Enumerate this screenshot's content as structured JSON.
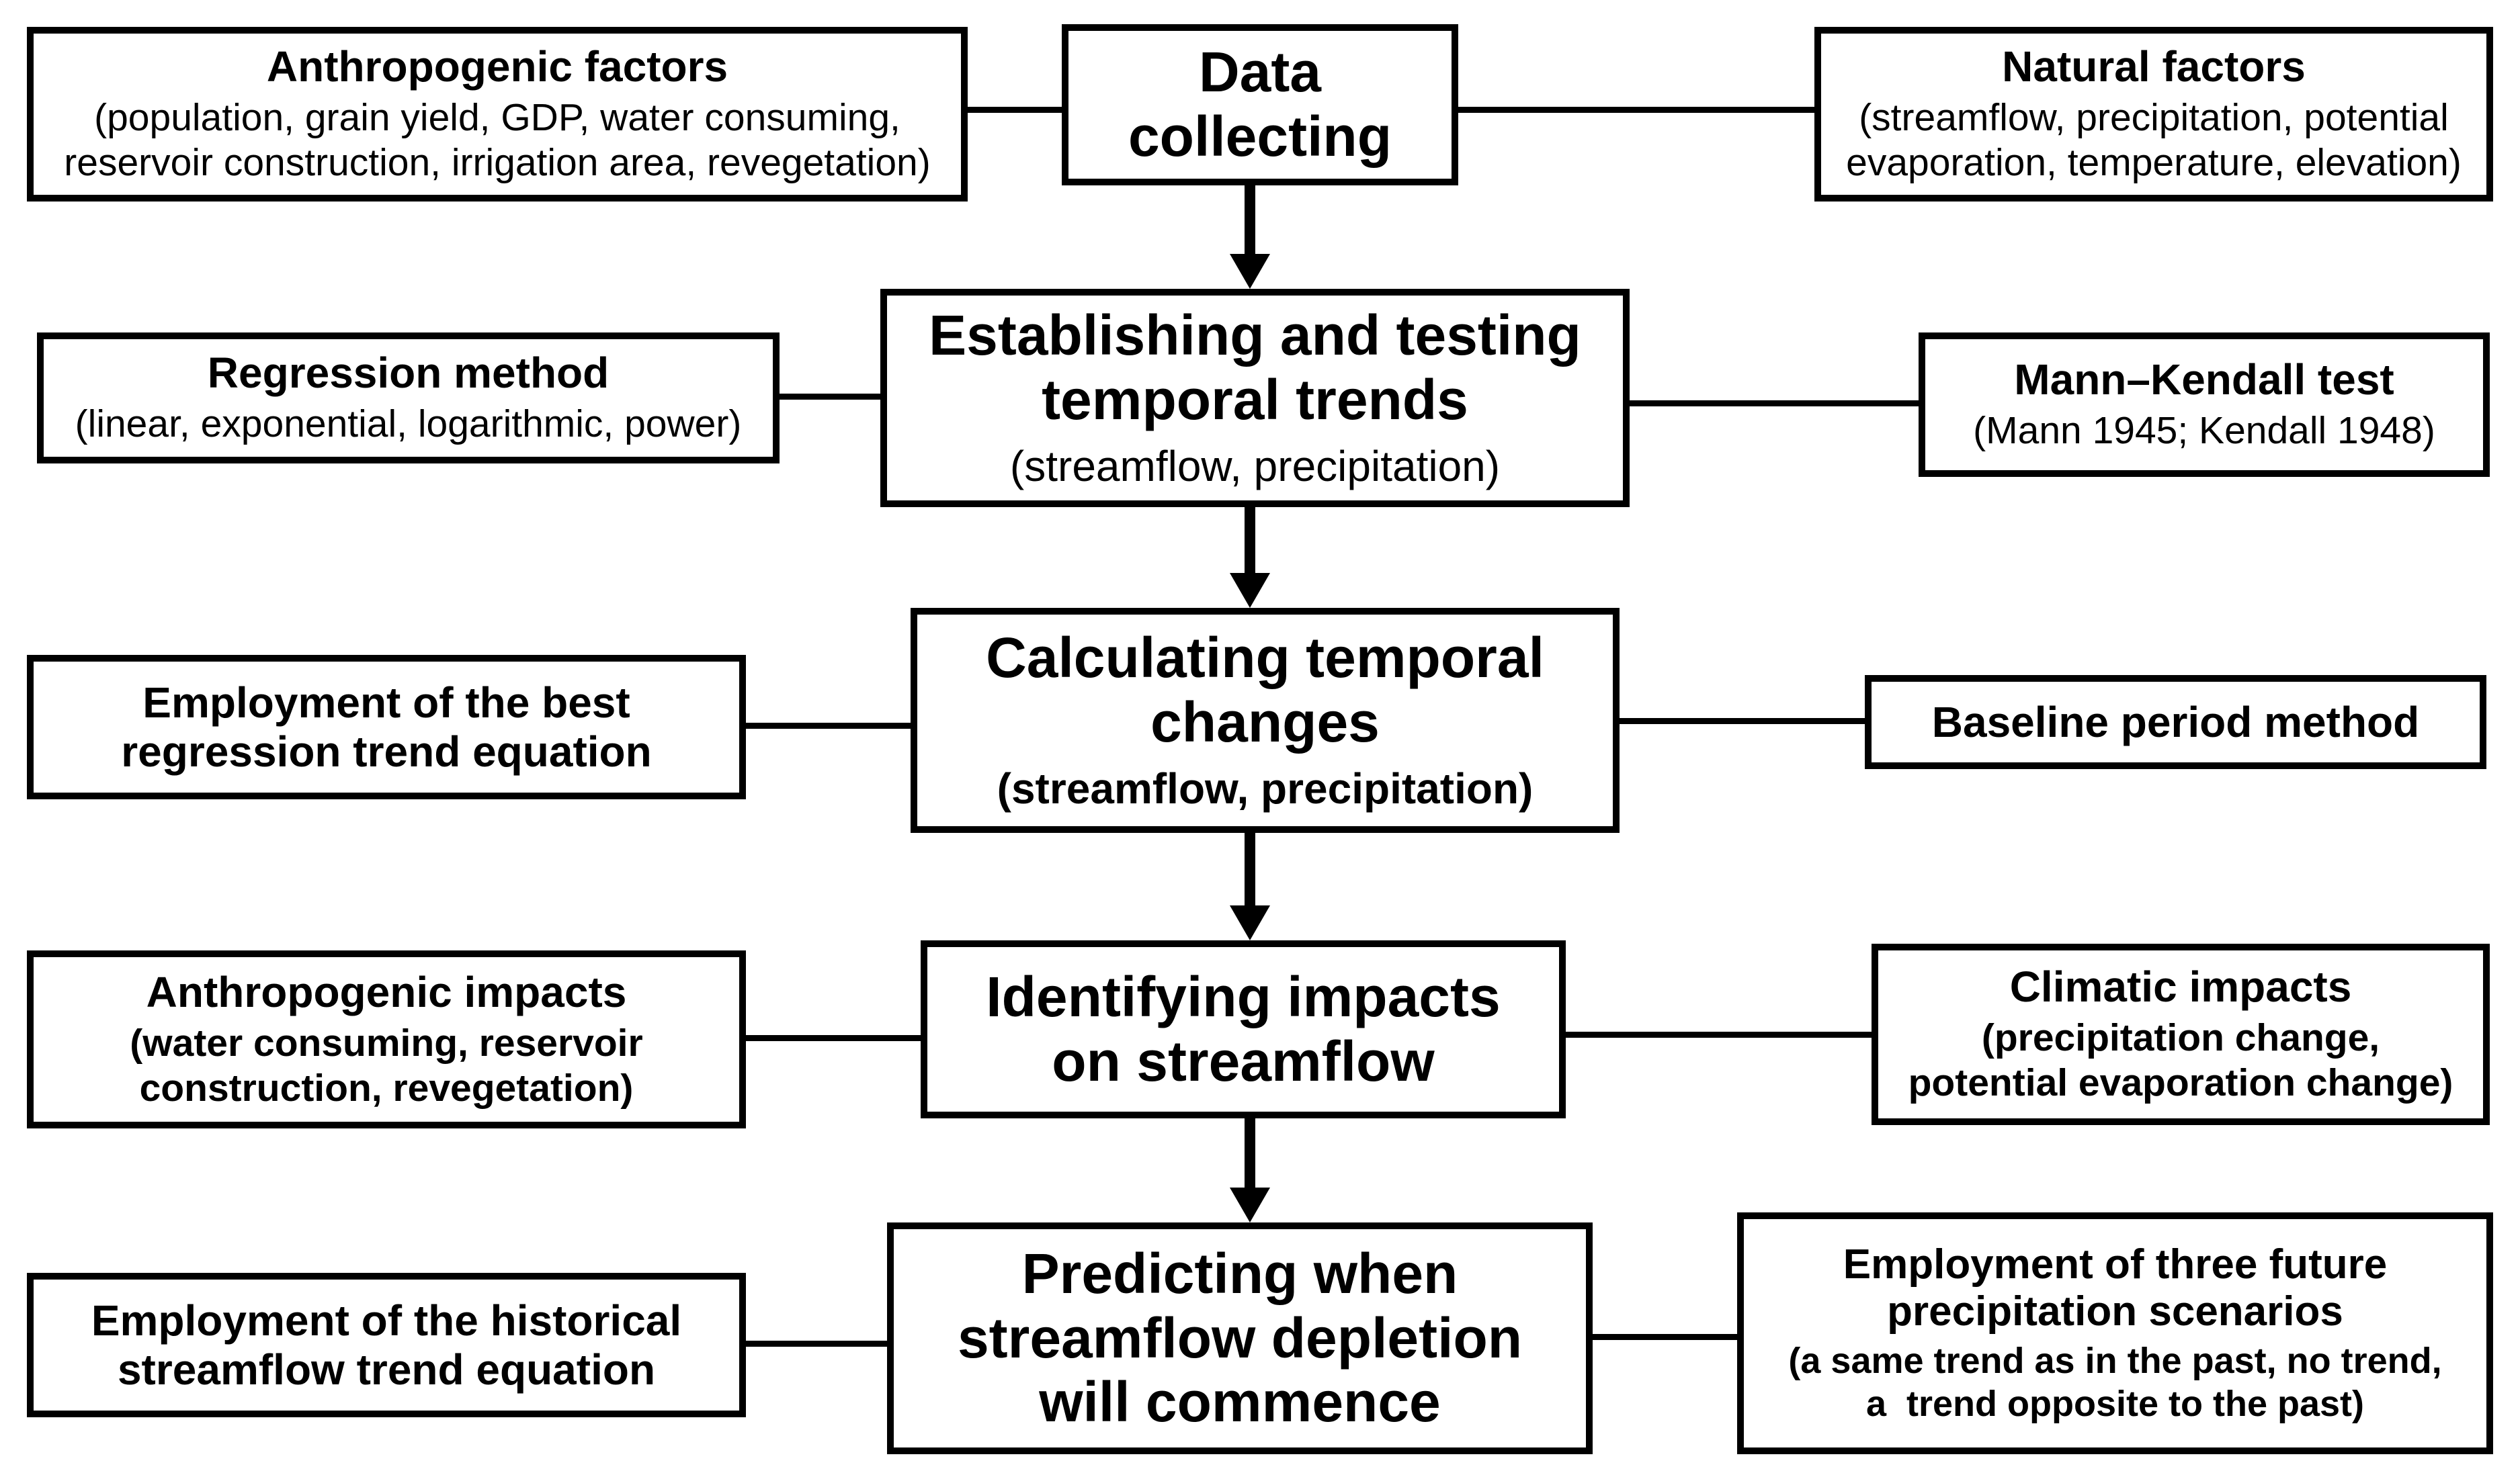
{
  "colors": {
    "background": "#ffffff",
    "box_fill": "#ffffff",
    "border": "#000000",
    "text": "#000000"
  },
  "boxes": {
    "row1_left": {
      "title": "Anthropogenic factors",
      "subtitle": "(population, grain yield, GDP, water consuming,\nreservoir construction, irrigation area, revegetation)"
    },
    "row1_center": {
      "title": "Data\ncollecting"
    },
    "row1_right": {
      "title": "Natural factors",
      "subtitle": "(streamflow, precipitation, potential\nevaporation, temperature, elevation)"
    },
    "row2_left": {
      "title": "Regression method",
      "subtitle": "(linear, exponential, logarithmic, power)"
    },
    "row2_center": {
      "title": "Establishing and testing\ntemporal trends",
      "subtitle": "(streamflow, precipitation)"
    },
    "row2_right": {
      "title": "Mann–Kendall test",
      "subtitle": "(Mann 1945; Kendall 1948)"
    },
    "row3_left": {
      "title": "Employment of the best\nregression trend equation"
    },
    "row3_center": {
      "title": "Calculating temporal\nchanges",
      "subtitle": "(streamflow, precipitation)"
    },
    "row3_right": {
      "title": "Baseline period method"
    },
    "row4_left": {
      "title": "Anthropogenic impacts",
      "subtitle": "(water consuming, reservoir\nconstruction, revegetation)"
    },
    "row4_center": {
      "title": "Identifying impacts\non streamflow"
    },
    "row4_right": {
      "title": "Climatic impacts",
      "subtitle": "(precipitation change,\npotential evaporation change)"
    },
    "row5_left": {
      "title": "Employment of the historical\nstreamflow trend equation"
    },
    "row5_center": {
      "title": "Predicting when\nstreamflow depletion\nwill commence"
    },
    "row5_right": {
      "title": "Employment of three future\nprecipitation scenarios",
      "subtitle": "(a same trend as in the past, no trend,\na  trend opposite to the past)"
    }
  }
}
